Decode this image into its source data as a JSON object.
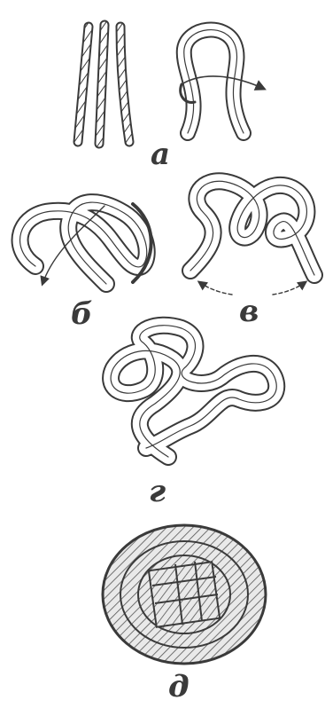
{
  "figure": {
    "steps": [
      {
        "id": "a",
        "label": "а"
      },
      {
        "id": "b",
        "label": "б"
      },
      {
        "id": "v",
        "label": "в"
      },
      {
        "id": "g",
        "label": "г"
      },
      {
        "id": "d",
        "label": "д"
      }
    ]
  },
  "colors": {
    "ink": "#3a3a3a",
    "paper": "#ffffff",
    "rope_fill": "#e6e6e6"
  }
}
